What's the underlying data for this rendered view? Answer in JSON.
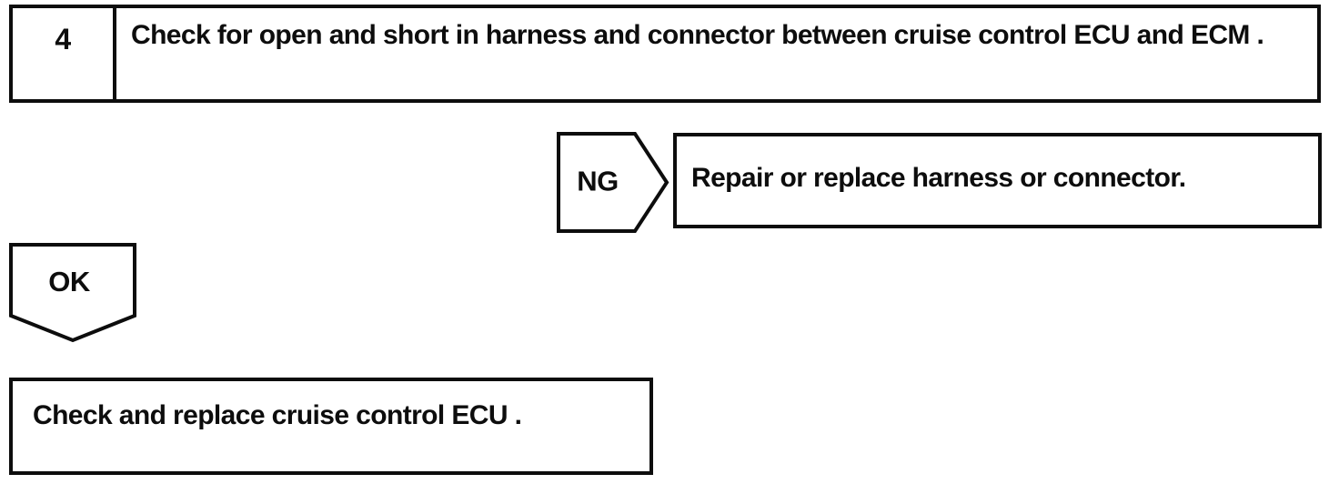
{
  "flowchart": {
    "step": {
      "number": "4",
      "instruction": "Check for open and short in harness and connector between cruise control ECU and ECM ."
    },
    "ng": {
      "label": "NG",
      "action": "Repair or replace harness or connector."
    },
    "ok": {
      "label": "OK",
      "action": "Check and replace cruise control ECU ."
    },
    "colors": {
      "line": "#0d0d0d",
      "text": "#0d0d0d",
      "background": "#ffffff"
    }
  }
}
